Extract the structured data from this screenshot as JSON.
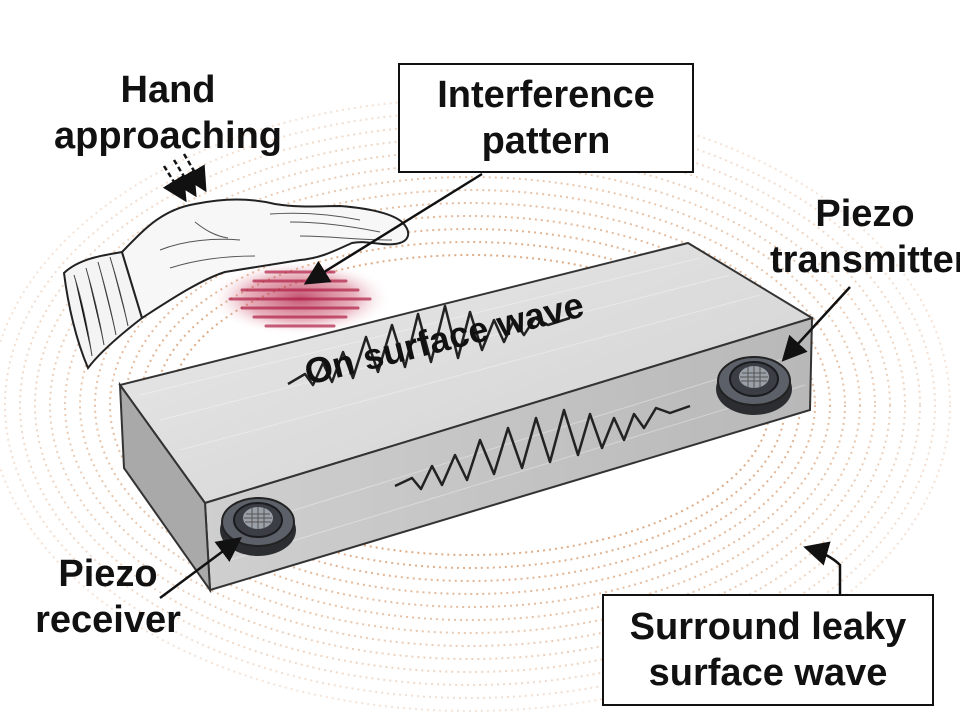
{
  "labels": {
    "hand_line1": "Hand",
    "hand_line2": "approaching",
    "interference_line1": "Interference",
    "interference_line2": "pattern",
    "transmitter_line1": "Piezo",
    "transmitter_line2": "transmitter",
    "receiver_line1": "Piezo",
    "receiver_line2": "receiver",
    "surface_wave": "On surface wave",
    "leaky_line1": "Surround leaky",
    "leaky_line2": "surface wave"
  },
  "colors": {
    "ripple": "#d9a37a",
    "interference": "#b01e44",
    "bar_top": "#dcdcdc",
    "bar_front": "#c2c2c2",
    "bar_side": "#a9a9a9",
    "text": "#111111"
  }
}
